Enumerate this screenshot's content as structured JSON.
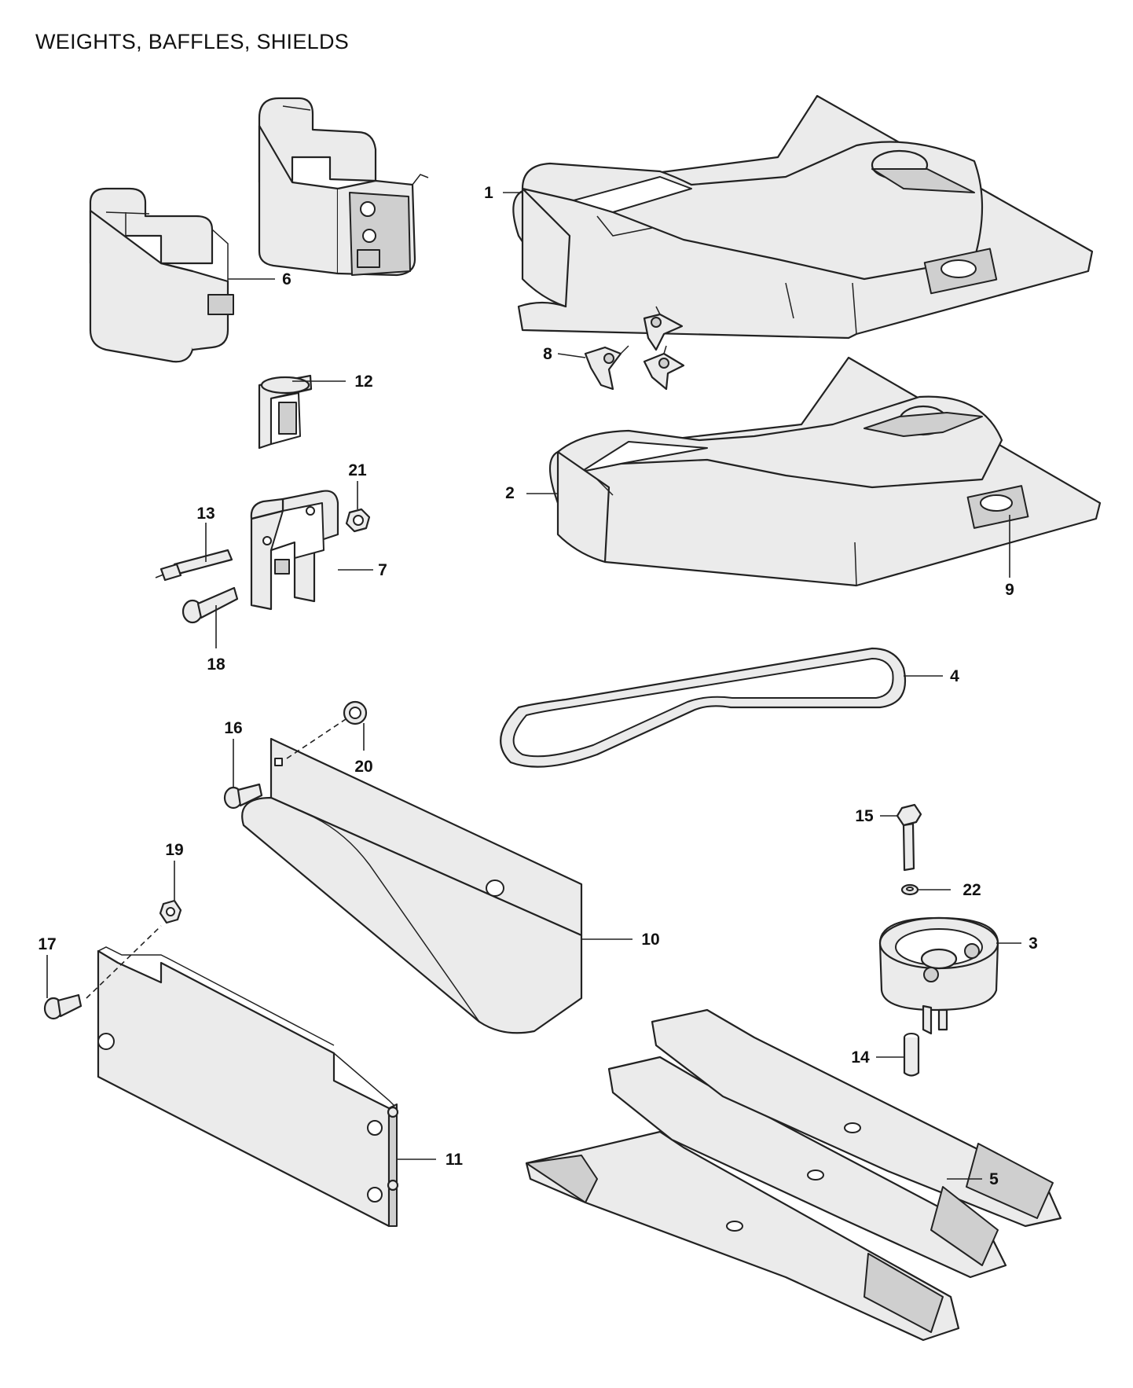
{
  "title": "WEIGHTS, BAFFLES, SHIELDS",
  "callouts": [
    {
      "id": "c1",
      "label": "1"
    },
    {
      "id": "c2",
      "label": "2"
    },
    {
      "id": "c3",
      "label": "3"
    },
    {
      "id": "c4",
      "label": "4"
    },
    {
      "id": "c5",
      "label": "5"
    },
    {
      "id": "c6",
      "label": "6"
    },
    {
      "id": "c7",
      "label": "7"
    },
    {
      "id": "c8",
      "label": "8"
    },
    {
      "id": "c9",
      "label": "9"
    },
    {
      "id": "c10",
      "label": "10"
    },
    {
      "id": "c11",
      "label": "11"
    },
    {
      "id": "c12",
      "label": "12"
    },
    {
      "id": "c13",
      "label": "13"
    },
    {
      "id": "c14",
      "label": "14"
    },
    {
      "id": "c15",
      "label": "15"
    },
    {
      "id": "c16",
      "label": "16"
    },
    {
      "id": "c17",
      "label": "17"
    },
    {
      "id": "c18",
      "label": "18"
    },
    {
      "id": "c19",
      "label": "19"
    },
    {
      "id": "c20",
      "label": "20"
    },
    {
      "id": "c21",
      "label": "21"
    },
    {
      "id": "c22",
      "label": "22"
    }
  ]
}
